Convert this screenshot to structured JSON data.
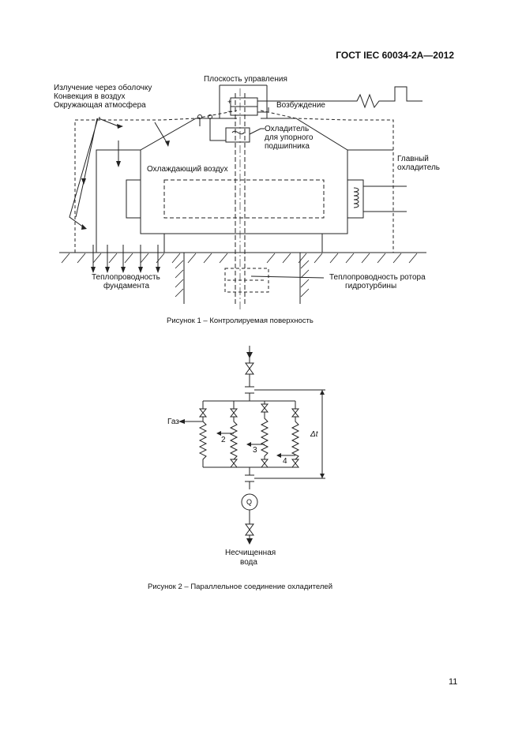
{
  "header": {
    "standard": "ГОСТ IEC 60034-2A—2012"
  },
  "figure1": {
    "caption": "Рисунок 1 – Контролируемая поверхность",
    "labels": {
      "radiation": "Излучение через оболочку",
      "convection": "Конвекция в воздух",
      "ambient": "Окружающая атмосфера",
      "control_plane": "Плоскость управления",
      "excitation": "Возбуждение",
      "cooler_line1": "Охладитель",
      "cooler_line2": "для упорного",
      "cooler_line3": "подшипника",
      "main_cooler_line1": "Главный",
      "main_cooler_line2": "охладитель",
      "cooling_air": "Охлаждающий воздух",
      "foundation_line1": "Теплопроводность",
      "foundation_line2": "фундамента",
      "rotor_line1": "Теплопроводность ротора",
      "rotor_line2": "гидротурбины",
      "plus": "+",
      "minus": "−"
    }
  },
  "figure2": {
    "caption": "Рисунок 2 – Параллельное соединение охладителей",
    "labels": {
      "gas": "Газ",
      "n2": "2",
      "n3": "3",
      "n4": "4",
      "delta_t": "Δt",
      "meter": "Q",
      "water_line1": "Несчищенная",
      "water_line2": "вода"
    }
  },
  "page": {
    "number": "11"
  }
}
